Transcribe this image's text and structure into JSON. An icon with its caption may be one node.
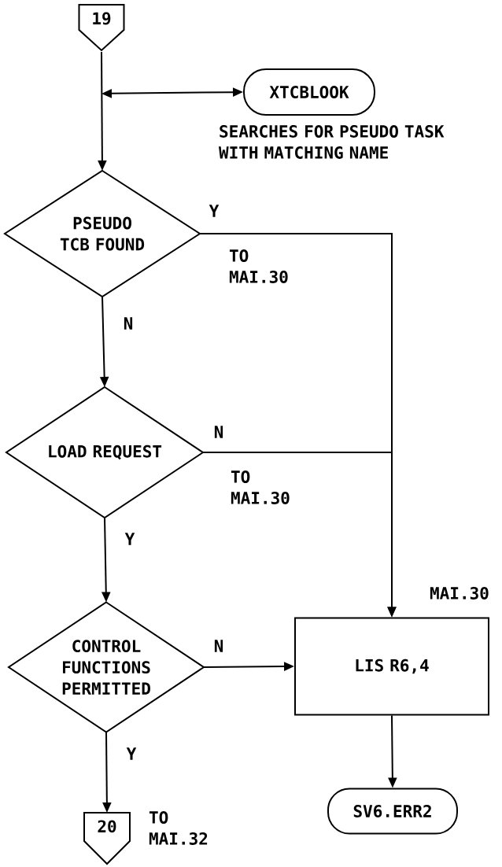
{
  "diagram": {
    "nodes": [
      {
        "text": [
          "19"
        ]
      },
      {
        "text": [
          "XTCBLOOK"
        ],
        "beside": [
          "SEARCHES FOR PSEUDO TASK WITH MATCHING NAME"
        ]
      },
      {
        "text": [
          "PSEUDO TCB FOUND"
        ]
      },
      {
        "text": [
          "LOAD REQUEST"
        ]
      },
      {
        "text": [
          "CONTROL FUNCTIONS PERMITTED"
        ]
      },
      {
        "text": [
          "LIS R6,4"
        ],
        "beside": [
          "MAI.30"
        ]
      },
      {
        "text": [
          "SV6.ERR2"
        ]
      },
      {
        "text": [
          "20"
        ],
        "beside": [
          "TO MAI.32"
        ]
      }
    ],
    "edges": [
      {
        "from": 0,
        "to": 2,
        "arrow": "to"
      },
      {
        "from": null,
        "to": 1,
        "arrow": "both"
      },
      {
        "from": 2,
        "to": 3,
        "arrow": "to",
        "label": "N"
      },
      {
        "from": 2,
        "to": 5,
        "arrow": "to",
        "label": "Y"
      },
      {
        "from": 3,
        "to": 4,
        "arrow": "to",
        "label": "Y"
      },
      {
        "from": 3,
        "to": 5,
        "arrow": "to",
        "label": "N"
      },
      {
        "from": 4,
        "to": 5,
        "arrow": "to",
        "label": "N"
      },
      {
        "from": 4,
        "to": 7,
        "arrow": "to",
        "label": "Y"
      },
      {
        "from": 5,
        "to": 6,
        "arrow": "to"
      }
    ],
    "labels": [
      "TO MAI.30",
      "TO MAI.30"
    ]
  }
}
